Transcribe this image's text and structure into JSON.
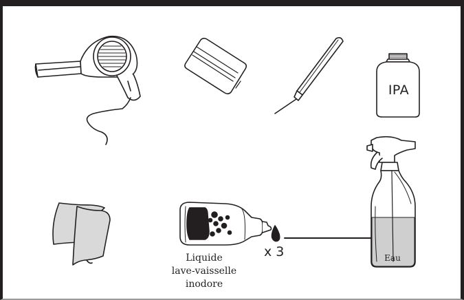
{
  "labels": {
    "dish_soap": [
      "Liquide",
      "lave-vaisselle",
      "inodore"
    ],
    "drops": "x 3",
    "ipa": "IPA",
    "water": "Eau"
  },
  "colors": {
    "ink": "#231f20",
    "frame": "#231f20",
    "fill_gray": "#d9d9d9",
    "water": "#cfcfcf"
  },
  "icons": [
    "hair-dryer-icon",
    "squeegee-icon",
    "application-needle-icon",
    "ipa-bottle-icon",
    "cloth-icon",
    "dish-soap-bottle-icon",
    "water-drop-icon",
    "spray-bottle-icon"
  ]
}
